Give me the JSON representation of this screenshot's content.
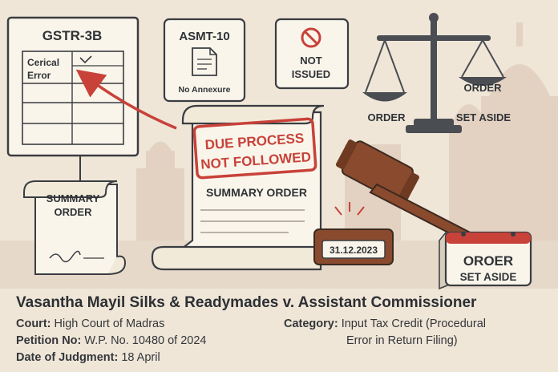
{
  "illustration": {
    "gstr_card_title": "GSTR-3B",
    "gstr_cell_text_line1": "Cerical",
    "gstr_cell_text_line2": "Error",
    "asmt_title": "ASMT-10",
    "asmt_note": "No Annexure",
    "not_issued_line1": "NOT",
    "not_issued_line2": "ISSUED",
    "left_scroll_line1": "SUMMARY",
    "left_scroll_line2": "ORDER",
    "stamp_line1": "DUE PROCESS",
    "stamp_line2": "NOT FOLLOWED",
    "center_scroll_label": "SUMMARY ORDER",
    "scale_left_label": "ORDER",
    "scale_right_pan_label": "ORDER",
    "scale_right_label": "SET ASIDE",
    "gavel_block_date": "31.12.2023",
    "calendar_line1": "OROER",
    "calendar_line2": "SET ASIDE"
  },
  "case": {
    "title": "Vasantha Mayil Silks & Readymades v. Assistant Commissioner",
    "court_label": "Court:",
    "court_value": "High Court of Madras",
    "petition_label": "Petition No:",
    "petition_value": "W.P. No. 10480 of 2024",
    "judgment_label": "Date of Judgment:",
    "judgment_value": "18 April",
    "category_label": "Category:",
    "category_value_line1": "Input Tax Credit (Procedural",
    "category_value_line2": "Error in Return Filing)"
  },
  "colors": {
    "background": "#efe6d8",
    "stamp_red": "#c8423a",
    "card_cream": "#faf5ea",
    "ink": "#2f3337",
    "wood": "#8a4a2e"
  }
}
